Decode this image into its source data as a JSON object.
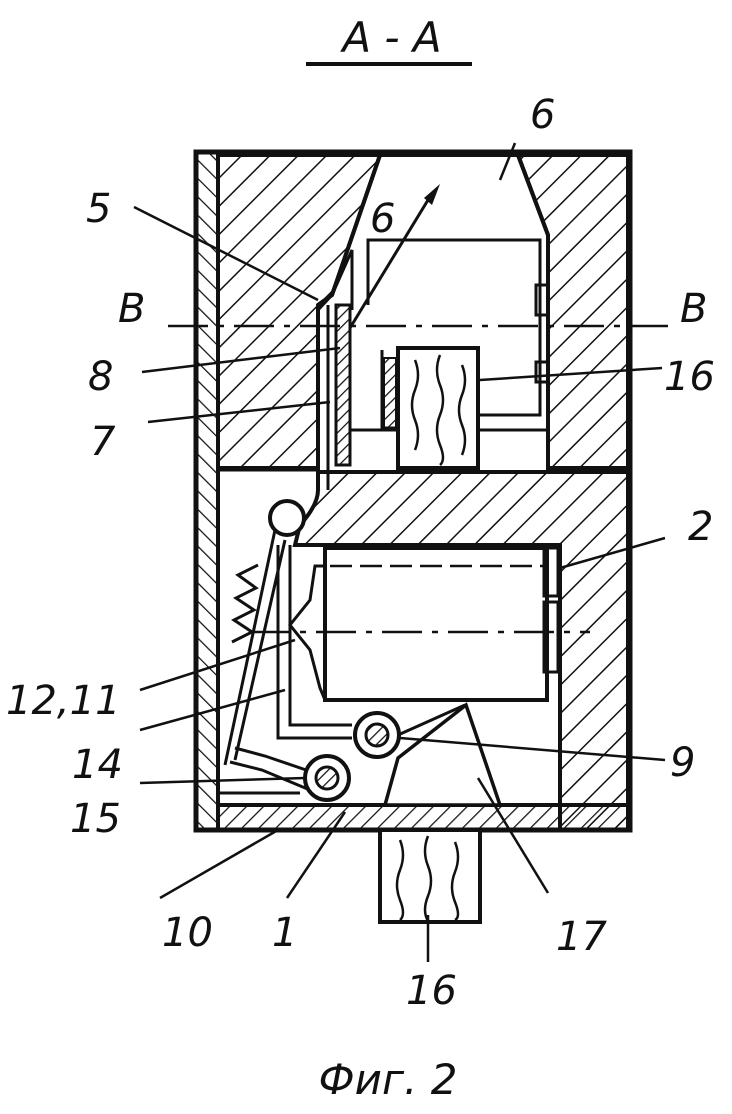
{
  "section_title": "A - A",
  "figure_caption": "Фиг. 2",
  "labels": {
    "l5": "5",
    "l6": "6",
    "l6b": "6",
    "lB_left": "B",
    "lB_right": "B",
    "l8": "8",
    "l16_top": "16",
    "l7": "7",
    "l2": "2",
    "l12_11": "12,11",
    "l14": "14",
    "l9": "9",
    "l15": "15",
    "l10": "10",
    "l1": "1",
    "l17": "17",
    "l16_bottom": "16"
  }
}
